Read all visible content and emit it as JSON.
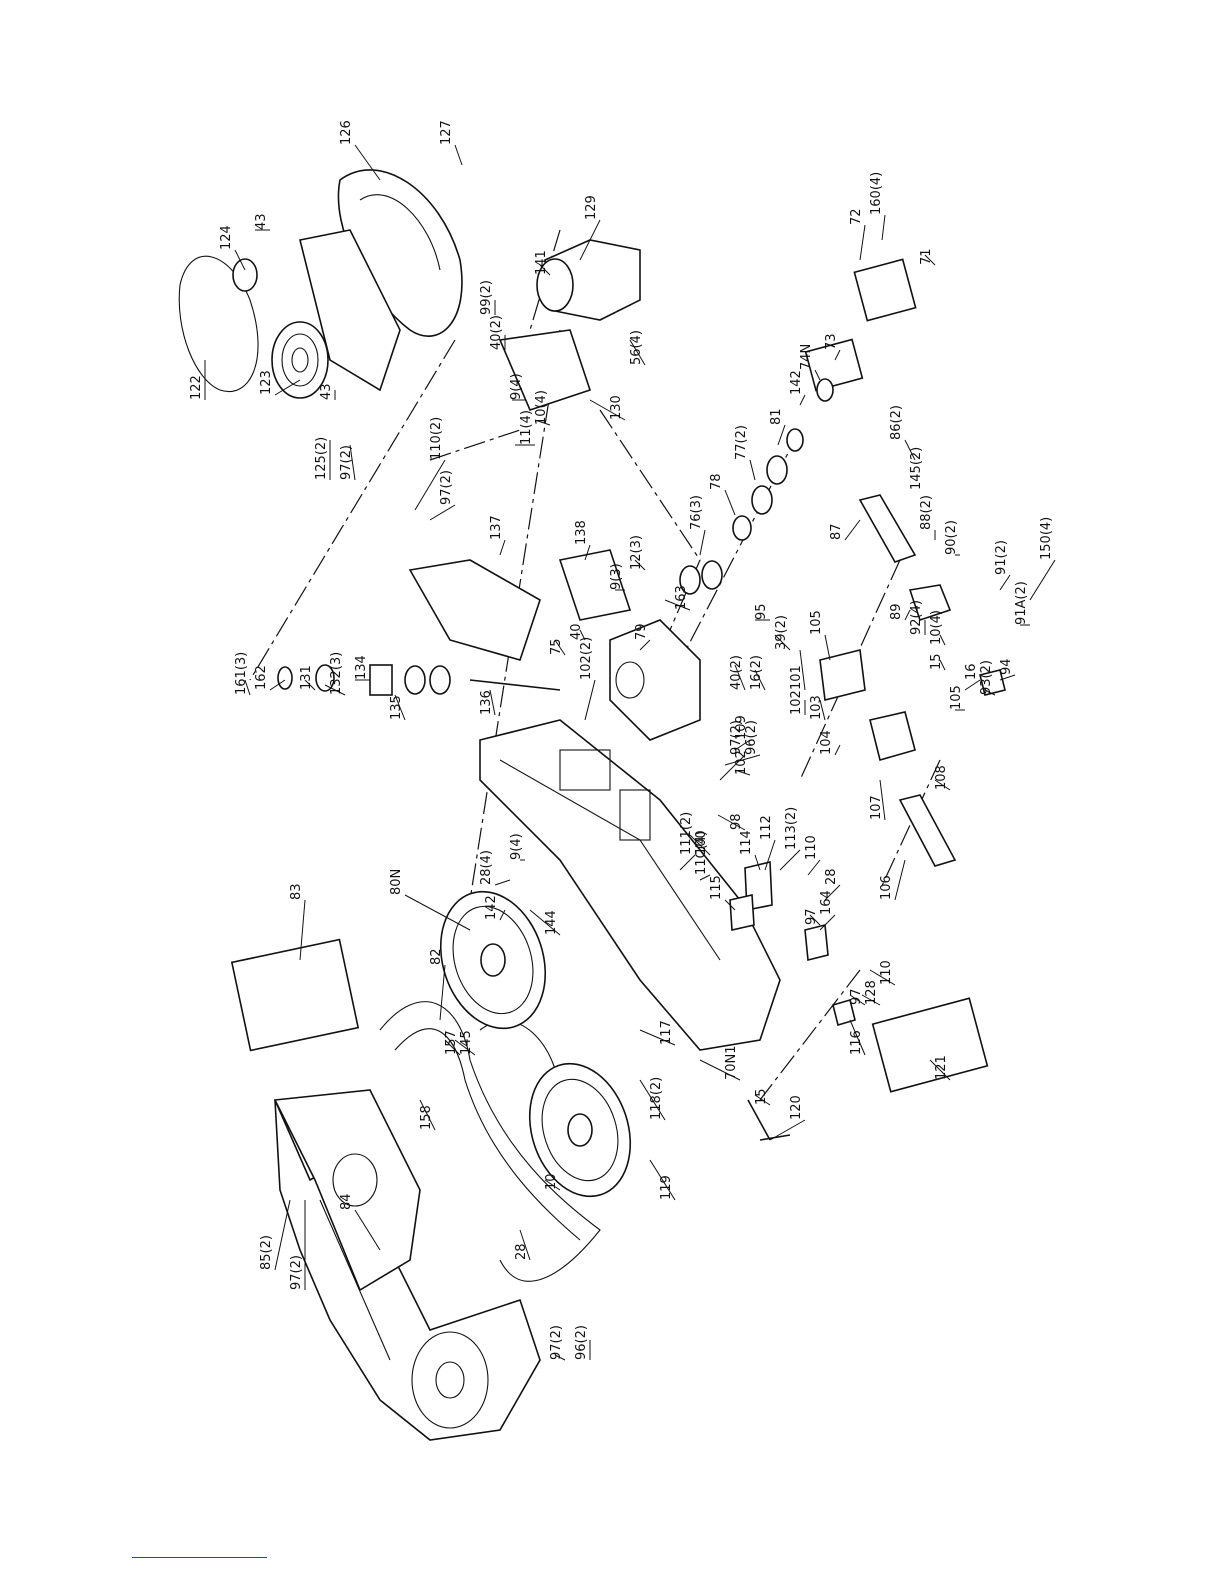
{
  "accent_color": "#2a3fd0",
  "labels": [
    "83",
    "80N",
    "82",
    "84",
    "85(2)",
    "97(2)",
    "158",
    "157",
    "145",
    "10",
    "28",
    "119",
    "118(2)",
    "117",
    "70N1",
    "120",
    "15",
    "121",
    "116",
    "97",
    "128",
    "110",
    "144",
    "142",
    "28(4)",
    "9(4)",
    "111(2)",
    "11C(4)",
    "115",
    "114",
    "112",
    "113(2)",
    "110",
    "97",
    "28",
    "164",
    "100",
    "98",
    "97(2)",
    "96(2)",
    "102(2)",
    "109",
    "102",
    "136",
    "135",
    "134",
    "132(3)",
    "131",
    "162",
    "161(3)",
    "79",
    "75",
    "40",
    "9(3)",
    "12(3)",
    "163",
    "138",
    "137",
    "110(2)",
    "97(2)",
    "125(2)",
    "97(2)",
    "123",
    "43",
    "122",
    "124",
    "43",
    "126",
    "127",
    "129",
    "141",
    "40(2)",
    "99(2)",
    "56(4)",
    "130",
    "9(4)",
    "10(4)",
    "11(4)",
    "76(3)",
    "78",
    "77(2)",
    "81",
    "142",
    "74N",
    "73",
    "72",
    "160(4)",
    "71",
    "95",
    "40(2)",
    "16(2)",
    "39(2)",
    "101",
    "105",
    "102",
    "103",
    "104",
    "107",
    "106",
    "108",
    "87",
    "86(2)",
    "145(2)",
    "88(2)",
    "90(2)",
    "89",
    "92(4)",
    "10(4)",
    "15",
    "16",
    "105",
    "94",
    "93(2)",
    "91(2)",
    "91A(2)",
    "150(4)",
    "97(2)",
    "96(2)"
  ]
}
